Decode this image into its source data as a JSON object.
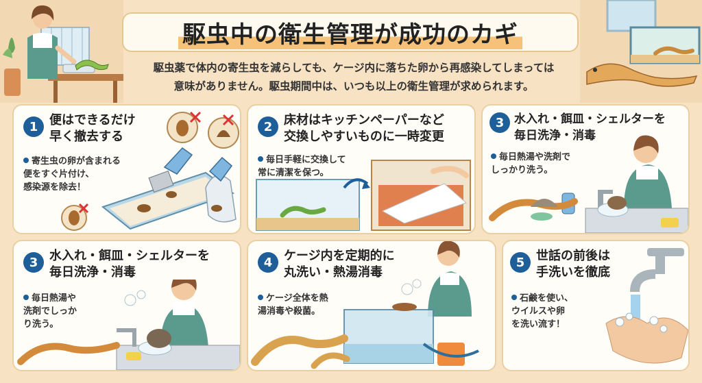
{
  "header": {
    "title": "駆虫中の衛生管理が成功のカギ",
    "intro_line1": "駆虫薬で体内の寄生虫を減らしても、ケージ内に落ちた卵から再感染してしまっては",
    "intro_line2": "意味がありません。駆虫期間中は、いつも以上の衛生管理が求められます。"
  },
  "cards": [
    {
      "number": "1",
      "title_line1": "便はできるだけ",
      "title_line2": "早く撤去する",
      "bullet_line1": "寄生虫の卵が含まれる",
      "bullet_line2": "便をすぐ片付け、",
      "bullet_line3": "感染源を除去！"
    },
    {
      "number": "2",
      "title_line1": "床材はキッチンペーパーなど",
      "title_line2": "交換しやすいものに一時変更",
      "bullet_line1": "毎日手軽に交換して",
      "bullet_line2": "常に清潔を保つ。"
    },
    {
      "number": "3",
      "title_line1": "水入れ・餌皿・シェルターを",
      "title_line2": "毎日洗浄・消毒",
      "bullet_line1": "毎日熱湯や洗剤で",
      "bullet_line2": "しっかり洗う。"
    },
    {
      "number": "3",
      "title_line1": "水入れ・餌皿・シェルターを",
      "title_line2": "毎日洗浄・消毒",
      "bullet_line1": "毎日熱湯や",
      "bullet_line2": "洗剤でしっか",
      "bullet_line3": "り洗う。"
    },
    {
      "number": "4",
      "title_line1": "ケージ内を定期的に",
      "title_line2": "丸洗い・熱湯消毒",
      "bullet_line1": "ケージ全体を熱",
      "bullet_line2": "湯消毒や殺菌。"
    },
    {
      "number": "5",
      "title_line1": "世話の前後は",
      "title_line2": "手洗いを徹底",
      "bullet_line1": "石鹸を使い、",
      "bullet_line2": "ウイルスや卵",
      "bullet_line3": "を洗い流す！"
    }
  ],
  "colors": {
    "background": "#f7e2c4",
    "number_badge": "#1f5f99",
    "title_highlight": "#f6c27a",
    "card_border": "#e9cfa4"
  }
}
